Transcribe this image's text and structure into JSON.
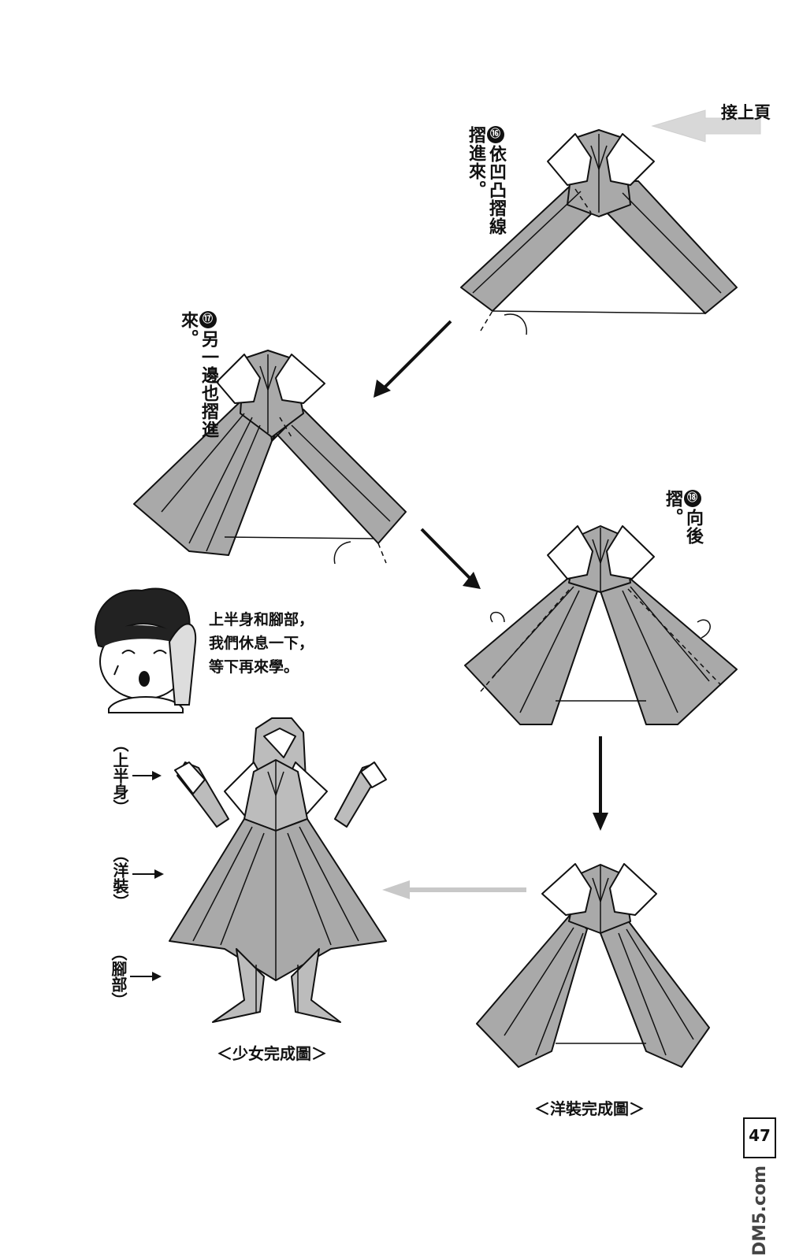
{
  "header": {
    "continue_label": "接上頁"
  },
  "steps": [
    {
      "num": "⑯",
      "text": "依凹凸摺線摺進來。"
    },
    {
      "num": "⑰",
      "text": "另一邊也摺進來。"
    },
    {
      "num": "⑱",
      "text": "向後摺。"
    }
  ],
  "speech": {
    "line1": "上半身和腳部，",
    "line2": "我們休息一下，",
    "line3": "等下再來學。"
  },
  "labels": {
    "upper_body": "（上半身）",
    "dress": "（洋裝）",
    "legs": "（腳部）"
  },
  "captions": {
    "girl_complete": "＜少女完成圖＞",
    "dress_complete": "＜洋裝完成圖＞"
  },
  "page_number": "47",
  "watermark": "DM5.com"
}
